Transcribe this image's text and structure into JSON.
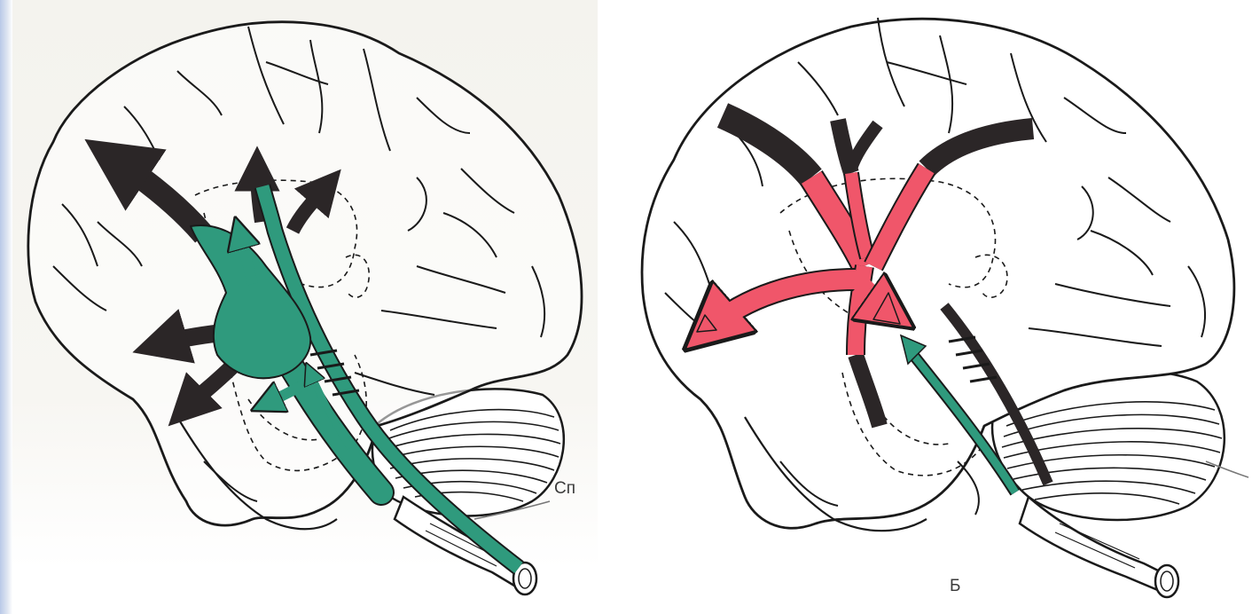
{
  "labels": {
    "sp": "Сп",
    "b": "Б"
  },
  "colors": {
    "pathway_green": "#2f9a7d",
    "pathway_red": "#f0566a",
    "arrow_black": "#2b2627",
    "outline": "#1a1a1a",
    "leader_line": "#777777"
  },
  "icons": {
    "left_panel": "brain-lateral-view-green-pathways",
    "right_panel": "brain-lateral-view-red-pathways"
  }
}
